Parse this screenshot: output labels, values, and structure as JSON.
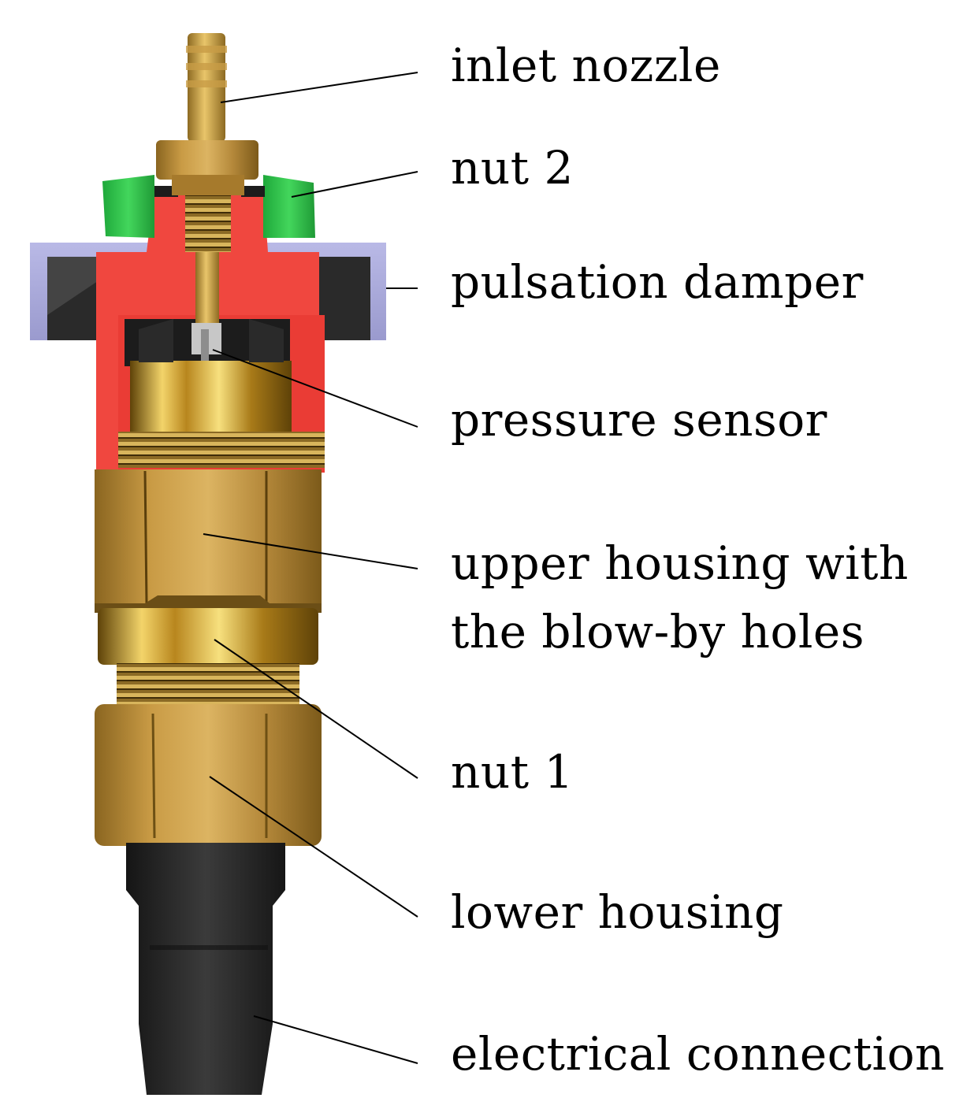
{
  "labels": {
    "inlet_nozzle": "inlet nozzle",
    "nut_2": "nut 2",
    "pulsation_damper": "pulsation damper",
    "pressure_sensor": "pressure sensor",
    "upper_housing_line1": "upper housing with",
    "upper_housing_line2": "the blow-by holes",
    "nut_1": "nut 1",
    "lower_housing": "lower housing",
    "electrical_connection": "electrical connection"
  },
  "colors": {
    "brass": "#b58a3a",
    "brass_light": "#d9b252",
    "nut_2": "#2fc94a",
    "pulsation_damper": "#a6a6d8",
    "cutaway_section": "#f0473f",
    "electrical_connection": "#2b2b2b",
    "leader_line": "#000000"
  }
}
